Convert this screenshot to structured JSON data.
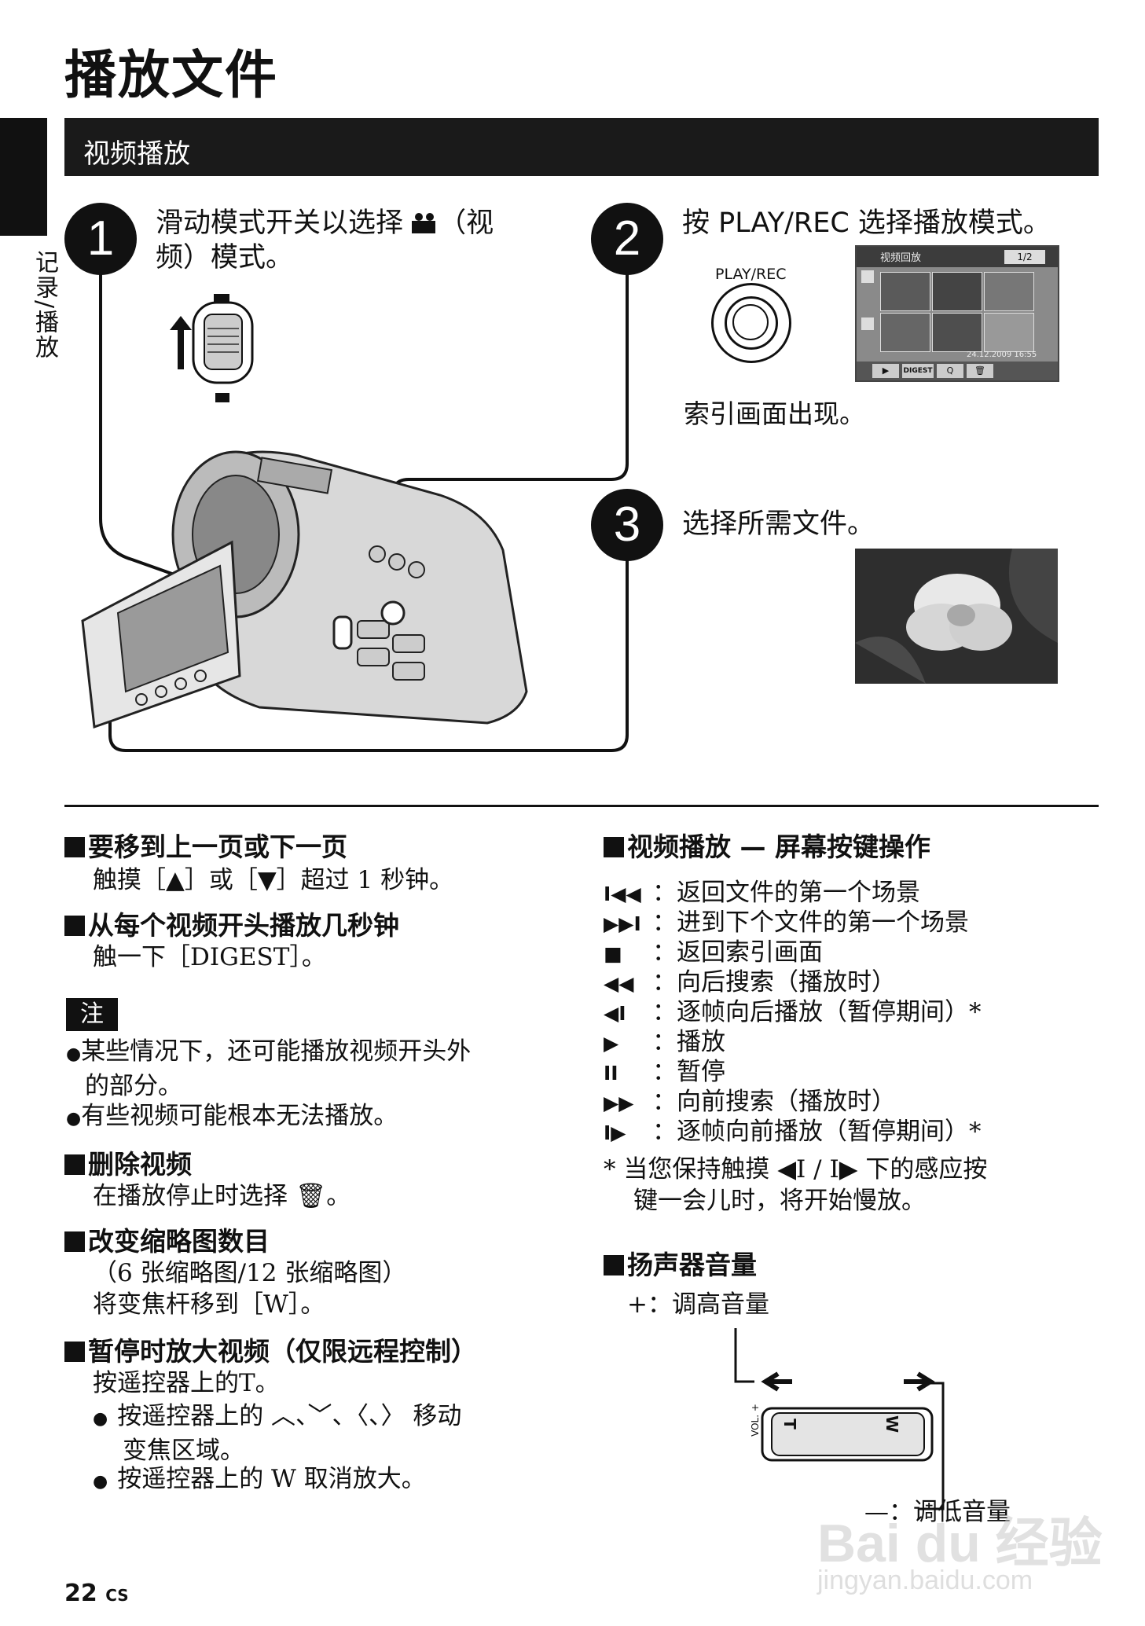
{
  "page": {
    "title": "播放文件",
    "side_label": "记录/播放",
    "section_title": "视频播放",
    "page_number": "22",
    "page_suffix": "CS"
  },
  "steps": [
    {
      "number": "1",
      "text_line1": "滑动模式开关以选择 ",
      "icon": "video-camera-icon",
      "text_line1b": "（视",
      "text_line2": "频）模式。"
    },
    {
      "number": "2",
      "text": "按 PLAY/REC 选择播放模式。",
      "button_label": "PLAY/REC",
      "caption": "索引画面出现。"
    },
    {
      "number": "3",
      "text": "选择所需文件。"
    }
  ],
  "index_screen": {
    "header": "视频回放",
    "page": "1/2",
    "timestamp": "24.12.2009 16:55",
    "buttons": [
      "▶",
      "DIGEST",
      "Q",
      "🗑"
    ]
  },
  "left_column": {
    "page_nav": {
      "heading": "要移到上一页或下一页",
      "body": "触摸［▲］或［▼］超过 1 秒钟。"
    },
    "digest": {
      "heading": "从每个视频开头播放几秒钟",
      "body": "触一下［DIGEST］。"
    },
    "note": {
      "label": "注",
      "items": [
        {
          "line1": "某些情况下，还可能播放视频开头外",
          "line2": "的部分。"
        },
        {
          "line1": "有些视频可能根本无法播放。"
        }
      ]
    },
    "delete": {
      "heading": "删除视频",
      "body": "在播放停止时选择 🗑。"
    },
    "thumbnails": {
      "heading": "改变缩略图数目",
      "line1": "（6 张缩略图/12 张缩略图）",
      "line2": "将变焦杆移到［W］。"
    },
    "zoom": {
      "heading": "暂停时放大视频（仅限远程控制）",
      "body": "按遥控器上的T。",
      "bullets": [
        {
          "line1": "按遥控器上的 ︿、﹀、〈、〉 移动",
          "line2": "变焦区域。"
        },
        {
          "line1": "按遥控器上的 W 取消放大。"
        }
      ]
    }
  },
  "right_column": {
    "controls_heading": "视频播放 — 屏幕按键操作",
    "controls": [
      {
        "icon": "I◀◀",
        "name": "skip-start-icon",
        "text": "：返回文件的第一个场景"
      },
      {
        "icon": "▶▶I",
        "name": "skip-next-icon",
        "text": "：进到下个文件的第一个场景"
      },
      {
        "icon": "■",
        "name": "stop-icon",
        "text": "：返回索引画面"
      },
      {
        "icon": "◀◀",
        "name": "rewind-icon",
        "text": "：向后搜索（播放时）"
      },
      {
        "icon": "◀I",
        "name": "frame-back-icon",
        "text": "：逐帧向后播放（暂停期间）*"
      },
      {
        "icon": "▶",
        "name": "play-icon",
        "text": "：播放"
      },
      {
        "icon": "II",
        "name": "pause-icon",
        "text": "：暂停"
      },
      {
        "icon": "▶▶",
        "name": "forward-icon",
        "text": "：向前搜索（播放时）"
      },
      {
        "icon": "I▶",
        "name": "frame-forward-icon",
        "text": "：逐帧向前播放（暂停期间）*"
      }
    ],
    "footnote": {
      "line1": "* 当您保持触摸 ◀I / I▶ 下的感应按",
      "line2": "键一会儿时，将开始慢放。"
    },
    "volume": {
      "heading": "扬声器音量",
      "plus": "+：调高音量",
      "minus": "—：调低音量",
      "lever_t": "T",
      "lever_w": "W",
      "lever_vol": "VOL. +"
    }
  },
  "watermark": {
    "main": "Bai du 经验",
    "sub": "jingyan.baidu.com"
  }
}
